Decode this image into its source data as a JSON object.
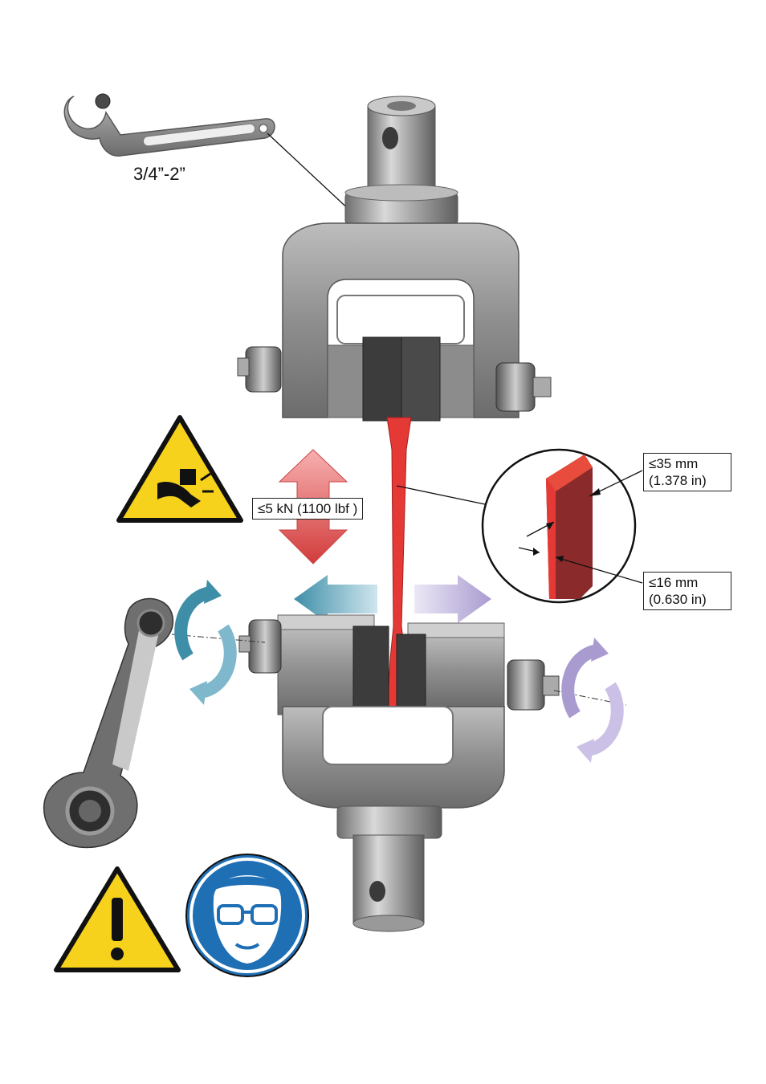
{
  "wrench_size_label": "3/4”-2”",
  "force_label": "≤5 kN (1100 lbf )",
  "width_spec": {
    "line1": "≤35 mm",
    "line2": "(1.378 in)"
  },
  "thickness_spec": {
    "line1": "≤16 mm",
    "line2": "(0.630 in)"
  },
  "colors": {
    "specimen": "#e53935",
    "steel": "#9a9a9a",
    "arrow_red": "#d84343",
    "arrow_teal": "#3f8ea8",
    "arrow_purple": "#a99bd0",
    "warning_yellow": "#f6d21c",
    "mandatory_blue": "#1f6fb5"
  }
}
